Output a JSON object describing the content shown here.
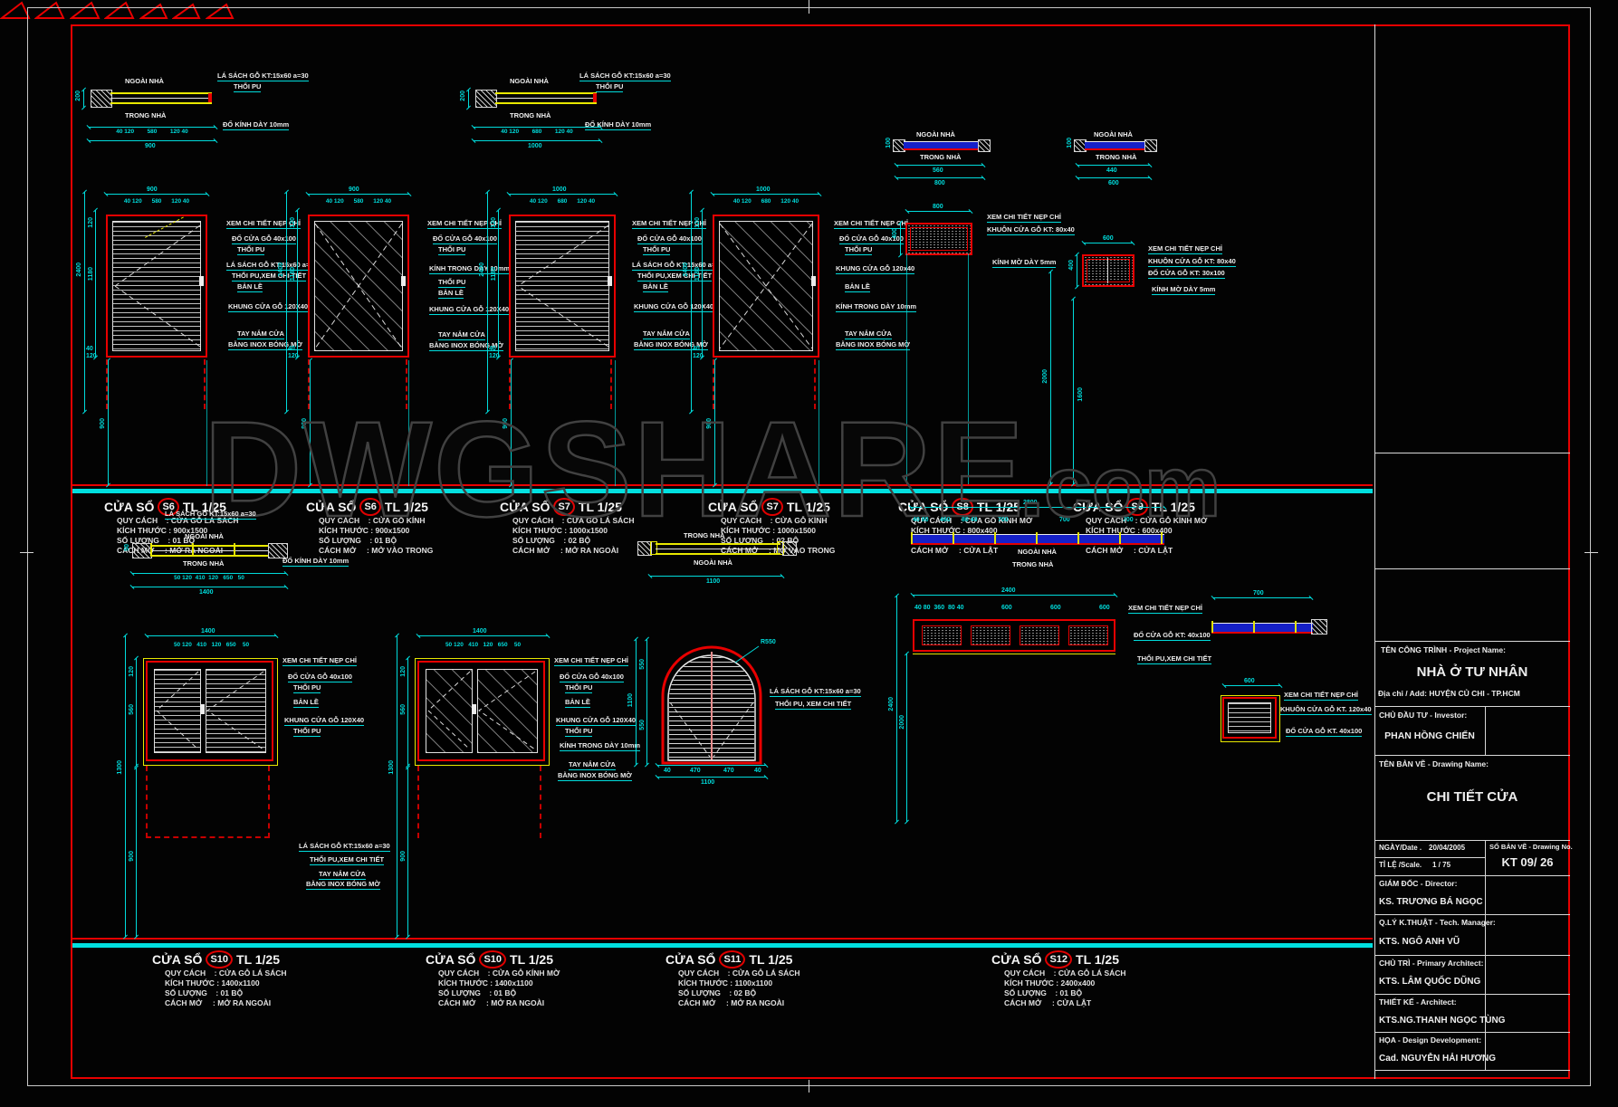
{
  "watermark": {
    "main": "DWGSHARE",
    "suffix": ".com"
  },
  "labels": {
    "outside": "NGOÀI NHÀ",
    "inside": "TRONG NHÀ"
  },
  "top_sections": {
    "ann_lasach": "LÁ SÁCH GỖ KT:15x60 a=30",
    "ann_pu": "THỔI PU",
    "ann_kinh": "ĐỐ KÍNH DÀY 10mm",
    "t1": {
      "segs": "40 120        580        120 40",
      "total": "900",
      "height": "200"
    },
    "t2": {
      "segs": "40 120        680        120 40",
      "total": "1000",
      "height": "200"
    },
    "t3": {
      "seg": "560",
      "total": "800",
      "height": "100"
    },
    "t4": {
      "seg": "440",
      "total": "600",
      "height": "100"
    }
  },
  "row1_vdims": {
    "head": "120",
    "panel": "1180",
    "total": "2400",
    "b1": "40",
    "b2": "120",
    "sill": "900"
  },
  "row1_windows": [
    {
      "total": "900",
      "segs": "40 120      580      120 40",
      "ann": [
        "XEM CHI TIẾT NẸP CHỈ",
        "ĐỐ CỬA GỖ 40x100",
        "THỔI PU",
        "LÁ SÁCH GỖ KT:15x60 a=30",
        "THỔI PU,XEM CHI TIẾT",
        "BẢN LỀ",
        "KHUNG CỬA GỖ 120X40",
        "TAY NẮM CỬA",
        "BẰNG INOX BÓNG MỜ"
      ]
    },
    {
      "total": "900",
      "segs": "40 120      580      120 40",
      "ann": [
        "XEM CHI TIẾT NẸP CHỈ",
        "ĐỐ CỬA GỖ 40x100",
        "THỔI PU",
        "KÍNH TRONG DÀY 10mm",
        "THỔI PU",
        "BẢN LỀ",
        "KHUNG CỬA GỖ 120X40",
        "TAY NẮM CỬA",
        "BẰNG INOX BÓNG MỜ"
      ]
    },
    {
      "total": "1000",
      "segs": "40 120      680      120 40",
      "ann": [
        "XEM CHI TIẾT NẸP CHỈ",
        "ĐỐ CỬA GỖ 40x100",
        "THỔI PU",
        "LÁ SÁCH GỖ KT:15x60 a=30",
        "THỔI PU,XEM CHI TIẾT",
        "BẢN LỀ",
        "KHUNG CỬA GỖ 120X40",
        "TAY NẮM CỬA",
        "BẰNG INOX BÓNG MỜ"
      ]
    },
    {
      "total": "1000",
      "segs": "40 120      680      120 40",
      "ann": [
        "XEM CHI TIẾT NẸP CHỈ",
        "ĐỐ CỬA GỖ 40x100",
        "THỔI PU",
        "KHUNG CỬA GỖ 120x40",
        "BẢN LỀ",
        "KÍNH TRONG DÀY 10mm",
        "TAY NẮM CỬA",
        "BẰNG INOX BÓNG MỜ"
      ]
    }
  ],
  "s8": {
    "total": "800",
    "height": "400",
    "ext": "2000",
    "ann": [
      "XEM CHI TIẾT NẸP CHỈ",
      "KHUÔN CỬA GỖ KT: 80x40",
      "KÍNH MỜ DÀY 5mm"
    ]
  },
  "s9": {
    "total": "600",
    "height": "400",
    "ext": "1600",
    "ann": [
      "XEM CHI TIẾT NẸP CHỈ",
      "KHUÔN CỬA GỖ KT: 80x40",
      "ĐỐ CỬA GỖ KT: 30x100",
      "KÍNH MỜ DÀY 5mm"
    ]
  },
  "row1_blocks": [
    {
      "prefix": "CỬA SỔ",
      "num": "S6",
      "scale": "TL 1/25",
      "specs": [
        "QUY CÁCH    : CỬA GỖ LÁ SÁCH",
        "KÍCH THƯỚC : 900x1500",
        "SỐ LƯỢNG    : 01 BỘ",
        "CÁCH MỞ     : MỞ RA NGOÀI"
      ]
    },
    {
      "prefix": "CỬA SỔ",
      "num": "S6",
      "scale": "TL 1/25",
      "specs": [
        "QUY CÁCH    : CỬA GỖ KÍNH",
        "KÍCH THƯỚC : 900x1500",
        "SỐ LƯỢNG    : 01 BỘ",
        "CÁCH MỞ     : MỞ VÀO TRONG"
      ]
    },
    {
      "prefix": "CỬA SỔ",
      "num": "S7",
      "scale": "TL 1/25",
      "specs": [
        "QUY CÁCH    : CỬA GỖ LÁ SÁCH",
        "KÍCH THƯỚC : 1000x1500",
        "SỐ LƯỢNG    : 02 BỘ",
        "CÁCH MỞ     : MỞ RA NGOÀI"
      ]
    },
    {
      "prefix": "CỬA SỔ",
      "num": "S7",
      "scale": "TL 1/25",
      "specs": [
        "QUY CÁCH    : CỬA GỖ KÍNH",
        "KÍCH THƯỚC : 1000x1500",
        "SỐ LƯỢNG    : 02 BỘ",
        "CÁCH MỞ     : MỞ VÀO TRONG"
      ]
    },
    {
      "prefix": "CỬA SỔ",
      "num": "S8",
      "scale": "TL 1/25",
      "specs": [
        "QUY CÁCH    : CỬA GỖ KÍNH MỜ",
        "KÍCH THƯỚC : 800x400",
        "SỐ LƯỢNG    : 02 BỘ",
        "CÁCH MỞ     : CỬA LẬT"
      ]
    },
    {
      "prefix": "CỬA SỔ",
      "num": "S9",
      "scale": "TL 1/25",
      "specs": [
        "QUY CÁCH    : CỬA GỖ KÍNH MỜ",
        "KÍCH THƯỚC : 600x400",
        "SỐ LƯỢNG    : 01 BỘ",
        "CÁCH MỞ     : CỬA LẬT"
      ]
    }
  ],
  "mid_sections": {
    "m1": {
      "ann_lasach": "LÁ SÁCH GỖ KT:15x60 a=30",
      "segs": "50 120  410  120   650   50",
      "total": "1400",
      "height": "50",
      "ann_kinh": "ĐỐ KÍNH DÀY 10mm"
    },
    "m2": {
      "total": "1100"
    },
    "m3": {
      "total": "2800",
      "seg_a": "40 80",
      "seg_b": "460",
      "seg_c": "80 40",
      "seg_700": "700",
      "ext": "700"
    }
  },
  "row2_vdims": {
    "head": "120",
    "mid": "560",
    "total": "1300",
    "sill": "900"
  },
  "row2_windows": {
    "s10a": {
      "total": "1400",
      "segs": "50 120   410   120   650    50",
      "ann_top": [
        "XEM CHI TIẾT NẸP CHỈ",
        "ĐỐ CỬA GỖ 40x100",
        "THỔI PU",
        "BẢN LỀ",
        "KHUNG CỬA GỖ 120X40",
        "THỔI PU"
      ],
      "ann_bot": [
        "LÁ SÁCH GỖ KT:15x60 a=30",
        "THỔI PU,XEM CHI TIẾT",
        "TAY NẮM CỬA",
        "BẰNG INOX BÓNG MỜ"
      ]
    },
    "s10b": {
      "total": "1400",
      "segs": "50 120   410   120   650    50",
      "ann": [
        "XEM CHI TIẾT NẸP CHỈ",
        "ĐỐ CỬA GỖ 40x100",
        "THỔI PU",
        "BẢN LỀ",
        "KHUNG CỬA GỖ 120X40",
        "THỔI PU",
        "KÍNH TRONG DÀY 10mm",
        "TAY NẮM CỬA",
        "BẰNG INOX BÓNG MỜ"
      ]
    },
    "s11": {
      "radius": "R550",
      "vd1": "550",
      "vd2": "550",
      "vd_total": "1100",
      "seg1": "40",
      "seg2": "470",
      "seg3": "470",
      "seg4": "40",
      "total": "1100",
      "ann": [
        "LÁ SÁCH GỖ KT:15x60 a=30",
        "THỔI PU, XEM CHI TIẾT"
      ]
    },
    "s12": {
      "total": "2400",
      "seg_a": "40 80  360  80 40",
      "seg_600": "600",
      "vd1": "2400",
      "vd2": "2000",
      "ann": [
        "XEM CHI TIẾT NẸP CHỈ",
        "ĐỐ CỬA GỖ KT: 40x100",
        "THỔI PU,XEM CHI TIẾT"
      ],
      "detail": {
        "dim": "600",
        "ext": "700",
        "ann": [
          "XEM CHI TIẾT NẸP CHỈ",
          "KHUÔN CỬA GỖ KT. 120x40",
          "ĐỐ CỬA GỖ KT. 40x100"
        ]
      }
    }
  },
  "row2_blocks": [
    {
      "prefix": "CỬA SỔ",
      "num": "S10",
      "scale": "TL 1/25",
      "specs": [
        "QUY CÁCH    : CỬA GỖ LÁ SÁCH",
        "KÍCH THƯỚC : 1400x1100",
        "SỐ LƯỢNG    : 01 BỘ",
        "CÁCH MỞ     : MỞ RA NGOÀI"
      ]
    },
    {
      "prefix": "CỬA SỔ",
      "num": "S10",
      "scale": "TL 1/25",
      "specs": [
        "QUY CÁCH    : CỬA GỖ KÍNH MỜ",
        "KÍCH THƯỚC : 1400x1100",
        "SỐ LƯỢNG    : 01 BỘ",
        "CÁCH MỞ     : MỞ RA NGOÀI"
      ]
    },
    {
      "prefix": "CỬA SỔ",
      "num": "S11",
      "scale": "TL 1/25",
      "specs": [
        "QUY CÁCH    : CỬA GỖ LÁ SÁCH",
        "KÍCH THƯỚC : 1100x1100",
        "SỐ LƯỢNG    : 02 BỘ",
        "CÁCH MỞ     : MỞ RA NGOÀI"
      ]
    },
    {
      "prefix": "CỬA SỔ",
      "num": "S12",
      "scale": "TL 1/25",
      "specs": [
        "QUY CÁCH    : CỬA GỖ LÁ SÁCH",
        "KÍCH THƯỚC : 2400x400",
        "SỐ LƯỢNG    : 01 BỘ",
        "CÁCH MỞ     : CỬA LẬT"
      ]
    }
  ],
  "title_block": {
    "project_label": "TÊN CÔNG TRÌNH - Project Name:",
    "project_name": "NHÀ Ở TƯ NHÂN",
    "address": "Địa chỉ / Add: HUYỆN CỦ CHI - TP.HCM",
    "investor_label": "CHỦ ĐẦU TƯ - Investor:",
    "investor_name": "PHAN HỒNG CHIẾN",
    "drawing_label": "TÊN BẢN VẼ - Drawing Name:",
    "drawing_name": "CHI TIẾT CỬA",
    "date_label": "NGÀY/Date .",
    "date_value": "20/04/2005",
    "scale_label": "TỈ LỆ /Scale.",
    "scale_value": "1 / 75",
    "no_label": "SỐ BẢN VẼ - Drawing No.",
    "no_value": "KT 09/ 26",
    "director_label": "GIÁM ĐỐC - Director:",
    "director_name": "KS. TRƯƠNG BÁ NGỌC",
    "tech_label": "Q.LÝ K.THUẬT - Tech. Manager:",
    "tech_name": "KTS. NGÔ ANH VŨ",
    "chief_label": "CHỦ TRÌ - Primary Architect:",
    "chief_name": "KTS. LÂM QUỐC DŨNG",
    "design_label": "THIẾT KẾ - Architect:",
    "design_name": "KTS.NG.THANH NGỌC TÙNG",
    "dev_label": "HỌA - Design Development:",
    "dev_name": "Cad. NGUYỄN HẢI HƯƠNG"
  }
}
